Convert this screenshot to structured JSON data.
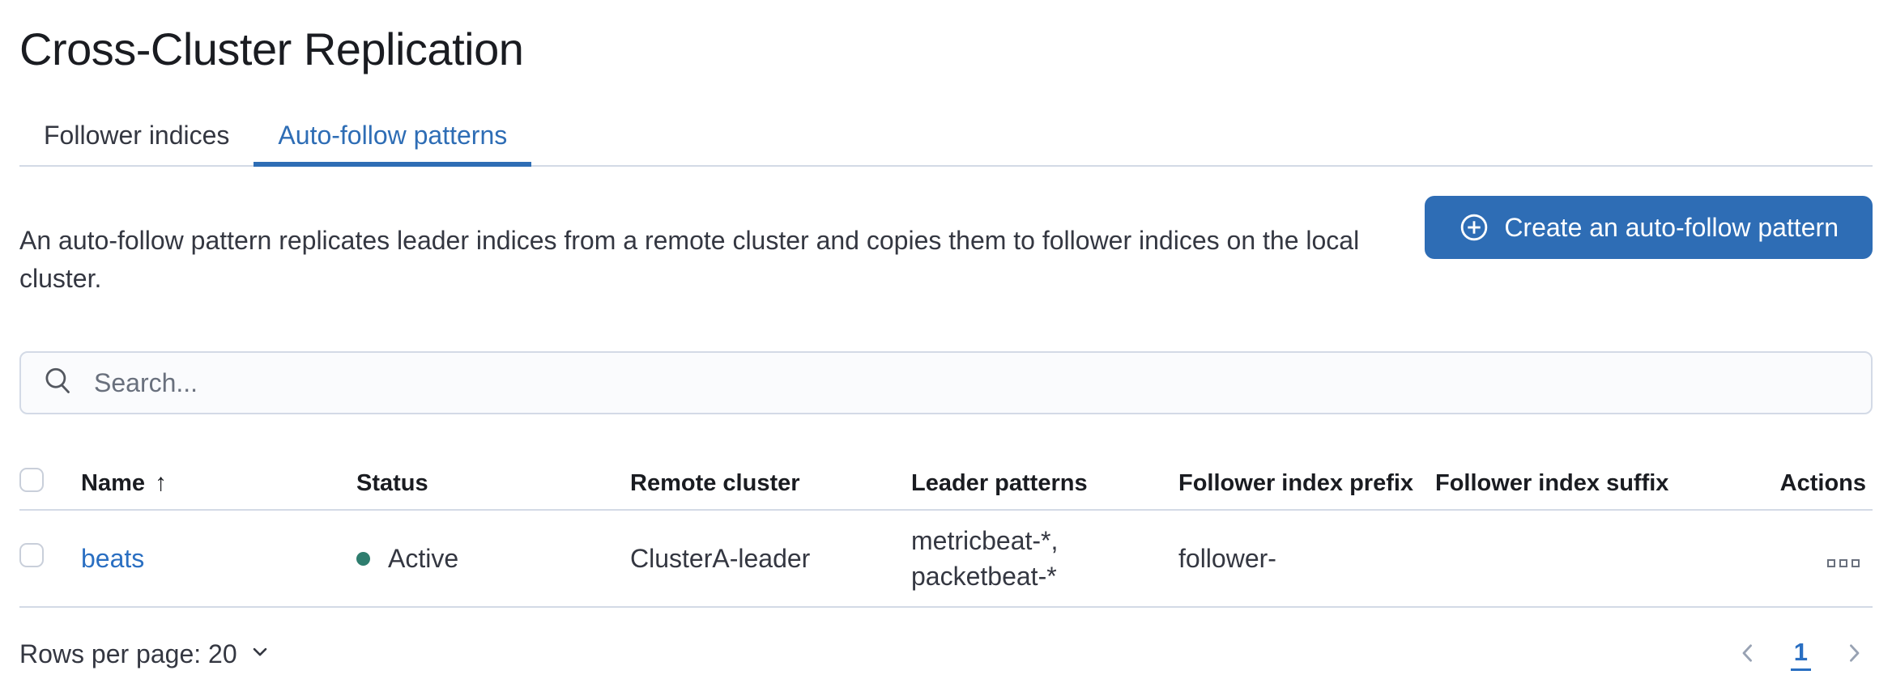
{
  "page": {
    "title": "Cross-Cluster Replication"
  },
  "tabs": [
    {
      "label": "Follower indices",
      "active": false
    },
    {
      "label": "Auto-follow patterns",
      "active": true
    }
  ],
  "description": "An auto-follow pattern replicates leader indices from a remote cluster and copies them to follower indices on the local cluster.",
  "create_button": {
    "label": "Create an auto-follow pattern",
    "icon": "plus-in-circle-icon"
  },
  "search": {
    "placeholder": "Search...",
    "icon": "search-icon",
    "value": ""
  },
  "table": {
    "columns": [
      "Name",
      "Status",
      "Remote cluster",
      "Leader patterns",
      "Follower index prefix",
      "Follower index suffix",
      "Actions"
    ],
    "sorted_column": "Name",
    "sort_direction": "ascending",
    "sort_indicator": "↑",
    "rows": [
      {
        "name": "beats",
        "status": "Active",
        "status_color": "#2e7d6e",
        "remote_cluster": "ClusterA-leader",
        "leader_patterns": "metricbeat-*, packetbeat-*",
        "follower_index_prefix": "follower-",
        "follower_index_suffix": "",
        "checked": false,
        "actions_icon": "boxes-horizontal-icon"
      }
    ]
  },
  "pagination": {
    "rows_per_page_label": "Rows per page: 20",
    "current_page": "1"
  },
  "colors": {
    "accent_blue": "#2e6db5",
    "link_blue": "#2a6fc2",
    "status_active_dot": "#2e7d6e",
    "border": "#d3dae6",
    "text_primary": "#1a1c21",
    "text_secondary": "#343741",
    "text_muted": "#69707d"
  }
}
